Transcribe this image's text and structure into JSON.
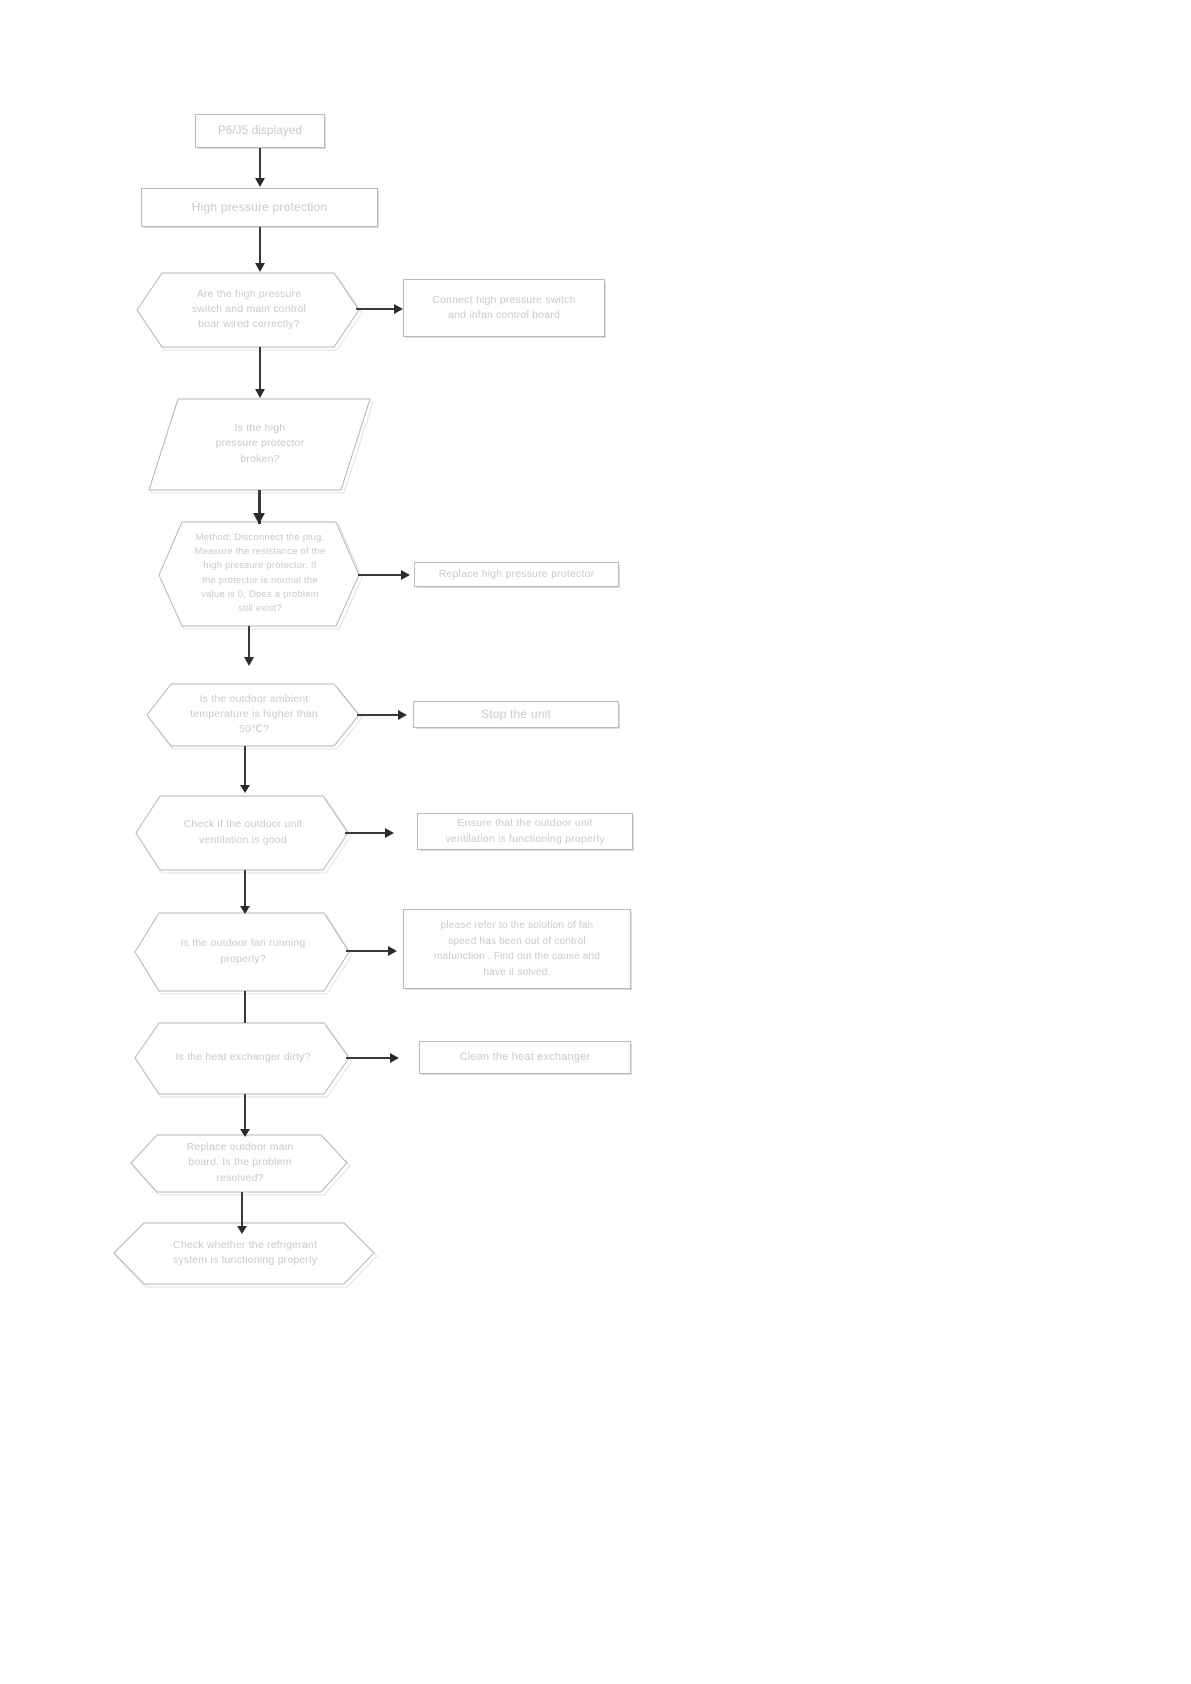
{
  "document": {
    "type": "troubleshooting-flowchart",
    "title": "High pressure protection troubleshooting flowchart",
    "text_color": "#c9c9c9",
    "line_color": "#3a3a3a",
    "border_color": "#b5b5b5",
    "background": "#ffffff"
  },
  "chart_data": {
    "type": "flowchart",
    "orientation": "top-to-bottom",
    "nodes": [
      {
        "id": "n1",
        "shape": "rectangle",
        "text": "P6/J5 displayed"
      },
      {
        "id": "n2",
        "shape": "rectangle",
        "text": "High pressure protection"
      },
      {
        "id": "n3",
        "shape": "hexagon",
        "text": "Are the high pressure\nswitch and main control\nboar wired correctly?"
      },
      {
        "id": "n4",
        "shape": "rectangle",
        "text": "Connect high pressure switch\nand infan control board"
      },
      {
        "id": "n5",
        "shape": "parallelogram",
        "text": "Is  the high\npressure protector\nbroken?"
      },
      {
        "id": "n6",
        "shape": "hexagon",
        "text": "Method: Disconnect the plug,\nMeasure the resistance of the\nhigh pressure protector, If\nthe protector is normal the\nvalue is 0, Does a problem\nstill exist?"
      },
      {
        "id": "n7",
        "shape": "rectangle",
        "text": "Replace high pressure protector"
      },
      {
        "id": "n8",
        "shape": "hexagon",
        "text": "Is the outdoor ambient\ntemperature is higher than\n50℃?"
      },
      {
        "id": "n9",
        "shape": "rectangle",
        "text": "Stop the unit"
      },
      {
        "id": "n10",
        "shape": "hexagon",
        "text": "Check if the outdoor unit\nventilation is good"
      },
      {
        "id": "n11",
        "shape": "rectangle",
        "text": "Ensure that  the outdoor unit\nventilation is functioning properly"
      },
      {
        "id": "n12",
        "shape": "hexagon",
        "text": "Is the outdoor fan running\nproperly?"
      },
      {
        "id": "n13",
        "shape": "rectangle",
        "text": "please refer to the solution of fan\nspeed has been out of control\nmafunction . Find out the cause and\nhave it solved."
      },
      {
        "id": "n14",
        "shape": "hexagon",
        "text": "Is the heat exchanger dirty?"
      },
      {
        "id": "n15",
        "shape": "rectangle",
        "text": "Clean the heat exchanger"
      },
      {
        "id": "n16",
        "shape": "hexagon",
        "text": "Replace outdoor main\nboard. Is the problem\nresolved?"
      },
      {
        "id": "n17",
        "shape": "hexagon",
        "text": "Check whether the refrigerant\nsystem is functioning properly"
      }
    ],
    "edges": [
      {
        "from": "n1",
        "to": "n2",
        "direction": "down"
      },
      {
        "from": "n2",
        "to": "n3",
        "direction": "down"
      },
      {
        "from": "n3",
        "to": "n4",
        "direction": "right"
      },
      {
        "from": "n3",
        "to": "n5",
        "direction": "down"
      },
      {
        "from": "n5",
        "to": "n6",
        "direction": "down"
      },
      {
        "from": "n6",
        "to": "n7",
        "direction": "right"
      },
      {
        "from": "n6",
        "to": "n8",
        "direction": "down"
      },
      {
        "from": "n8",
        "to": "n9",
        "direction": "right"
      },
      {
        "from": "n8",
        "to": "n10",
        "direction": "down"
      },
      {
        "from": "n10",
        "to": "n11",
        "direction": "right"
      },
      {
        "from": "n10",
        "to": "n12",
        "direction": "down"
      },
      {
        "from": "n12",
        "to": "n13",
        "direction": "right"
      },
      {
        "from": "n12",
        "to": "n14",
        "direction": "down"
      },
      {
        "from": "n14",
        "to": "n15",
        "direction": "right"
      },
      {
        "from": "n14",
        "to": "n16",
        "direction": "down"
      },
      {
        "from": "n16",
        "to": "n17",
        "direction": "down"
      }
    ]
  }
}
